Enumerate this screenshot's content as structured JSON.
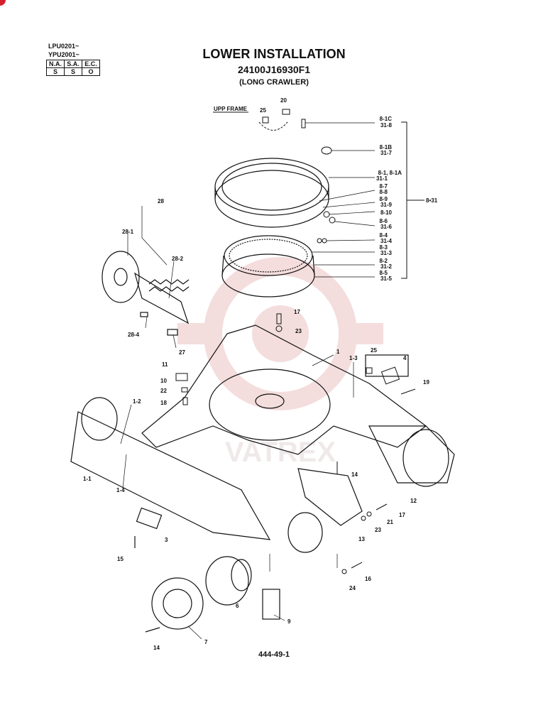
{
  "serials": [
    "LPU0201~",
    "YPU2001~"
  ],
  "applicability": {
    "headers": [
      "N.A.",
      "S.A.",
      "E.C."
    ],
    "values": [
      "S",
      "S",
      "O"
    ]
  },
  "title": "LOWER INSTALLATION",
  "part_number": "24100J16930F1",
  "variant": "(LONG CRAWLER)",
  "frame_label": "UPP FRAME",
  "group_label": "8•31",
  "bracket_labels": [
    {
      "top": "8-1C",
      "bottom": "31-8"
    },
    {
      "top": "8-1B",
      "bottom": "31-7"
    },
    {
      "top": "8-1, 8-1A",
      "bottom": "31-1"
    },
    {
      "top": "8-7",
      "bottom": "8-8"
    },
    {
      "top": "8-9",
      "bottom": "31-9"
    },
    {
      "top": "8-10",
      "bottom": ""
    },
    {
      "top": "8-6",
      "bottom": "31-6"
    },
    {
      "top": "8-4",
      "bottom": "31-4"
    },
    {
      "top": "8-3",
      "bottom": "31-3"
    },
    {
      "top": "8-2",
      "bottom": "31-2"
    },
    {
      "top": "8-5",
      "bottom": "31-5"
    }
  ],
  "callouts": {
    "c20": "20",
    "c25a": "25",
    "c28": "28",
    "c28_1": "28-1",
    "c28_2": "28-2",
    "c28_4": "28-4",
    "c27": "27",
    "c17a": "17",
    "c23a": "23",
    "c1": "1",
    "c1_3": "1-3",
    "c25b": "25",
    "c4": "4",
    "c19": "19",
    "c11": "11",
    "c10": "10",
    "c22": "22",
    "c18": "18",
    "c1_2": "1-2",
    "c1_1": "1-1",
    "c1_4": "1-4",
    "c14a": "14",
    "c12": "12",
    "c17b": "17",
    "c21": "21",
    "c23b": "23",
    "c13": "13",
    "c3": "3",
    "c15": "15",
    "c24": "24",
    "c16": "16",
    "c6": "6",
    "c9": "9",
    "c14b": "14",
    "c7": "7"
  },
  "watermark": "VATREX",
  "page_number": "444-49-1",
  "colors": {
    "watermark": "#e8b4b4",
    "corner_mark": "#d61f2c",
    "ink": "#111111"
  }
}
